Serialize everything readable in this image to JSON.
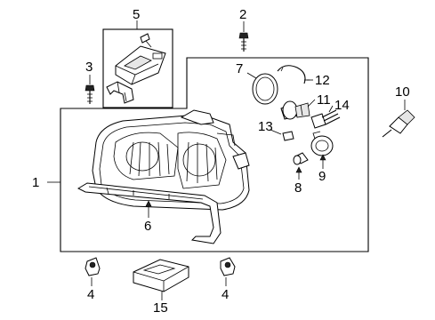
{
  "callouts": {
    "c1": "1",
    "c2": "2",
    "c3": "3",
    "c4a": "4",
    "c4b": "4",
    "c5": "5",
    "c6": "6",
    "c7": "7",
    "c8": "8",
    "c9": "9",
    "c10": "10",
    "c11": "11",
    "c12": "12",
    "c13": "13",
    "c14": "14",
    "c15": "15"
  },
  "colors": {
    "line": "#000000",
    "background": "#ffffff",
    "part_shade": "#e6e6e6"
  }
}
